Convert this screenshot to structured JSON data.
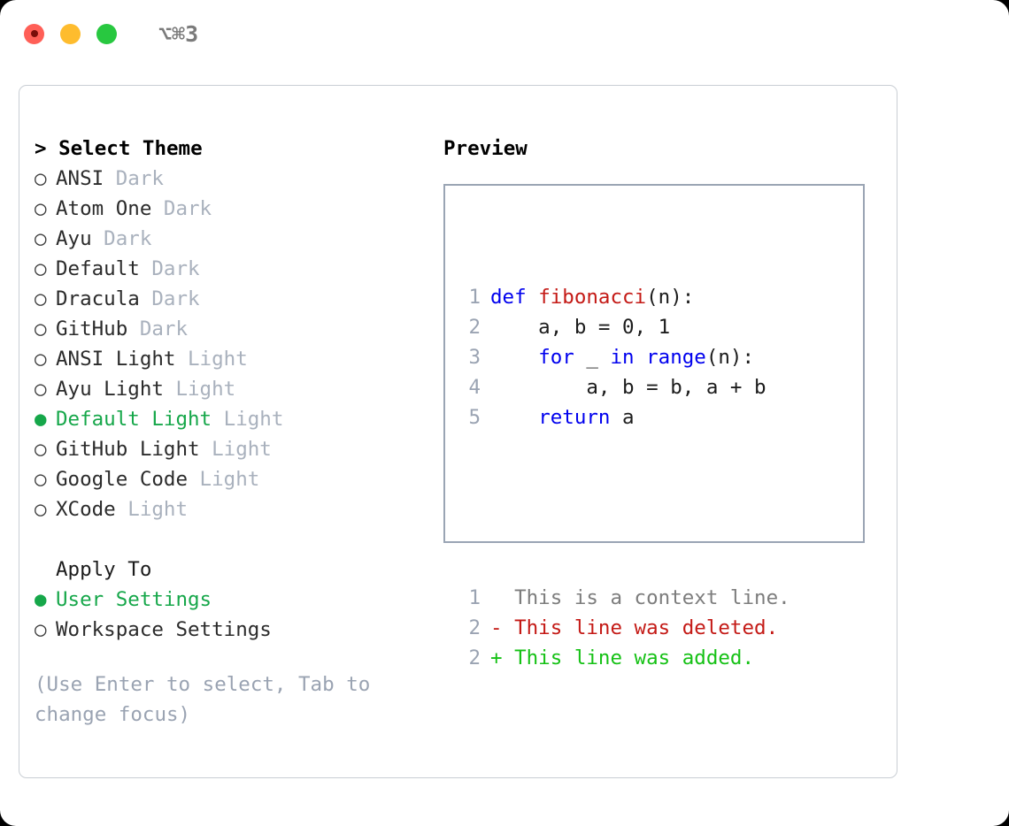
{
  "titlebar": {
    "shortcut": "⌥⌘3",
    "lights": [
      {
        "name": "close",
        "color": "#ff5f57"
      },
      {
        "name": "minimize",
        "color": "#febc2e"
      },
      {
        "name": "maximize",
        "color": "#28c840"
      }
    ]
  },
  "theme_picker": {
    "header": "> Select Theme",
    "items": [
      {
        "bullet": "○",
        "label": "ANSI",
        "category": "Dark",
        "selected": false
      },
      {
        "bullet": "○",
        "label": "Atom One",
        "category": "Dark",
        "selected": false
      },
      {
        "bullet": "○",
        "label": "Ayu",
        "category": "Dark",
        "selected": false
      },
      {
        "bullet": "○",
        "label": "Default",
        "category": "Dark",
        "selected": false
      },
      {
        "bullet": "○",
        "label": "Dracula",
        "category": "Dark",
        "selected": false
      },
      {
        "bullet": "○",
        "label": "GitHub",
        "category": "Dark",
        "selected": false
      },
      {
        "bullet": "○",
        "label": "ANSI Light",
        "category": "Light",
        "selected": false
      },
      {
        "bullet": "○",
        "label": "Ayu Light",
        "category": "Light",
        "selected": false
      },
      {
        "bullet": "●",
        "label": "Default Light",
        "category": "Light",
        "selected": true
      },
      {
        "bullet": "○",
        "label": "GitHub Light",
        "category": "Light",
        "selected": false
      },
      {
        "bullet": "○",
        "label": "Google Code",
        "category": "Light",
        "selected": false
      },
      {
        "bullet": "○",
        "label": "XCode",
        "category": "Light",
        "selected": false
      }
    ]
  },
  "apply_to": {
    "header": "Apply To",
    "options": [
      {
        "bullet": "●",
        "label": "User Settings",
        "selected": true
      },
      {
        "bullet": "○",
        "label": "Workspace Settings",
        "selected": false
      }
    ]
  },
  "hint": "(Use Enter to select, Tab to change focus)",
  "preview": {
    "title": "Preview",
    "code_lines": [
      {
        "num": "1",
        "tokens": [
          {
            "t": "def ",
            "c": "kw"
          },
          {
            "t": "fibonacci",
            "c": "fn"
          },
          {
            "t": "(n):",
            "c": "plain"
          }
        ]
      },
      {
        "num": "2",
        "tokens": [
          {
            "t": "    a, b = 0, 1",
            "c": "plain"
          }
        ]
      },
      {
        "num": "3",
        "tokens": [
          {
            "t": "    ",
            "c": "plain"
          },
          {
            "t": "for ",
            "c": "kw"
          },
          {
            "t": "_ ",
            "c": "plain"
          },
          {
            "t": "in ",
            "c": "kw"
          },
          {
            "t": "range",
            "c": "kw"
          },
          {
            "t": "(n):",
            "c": "plain"
          }
        ]
      },
      {
        "num": "4",
        "tokens": [
          {
            "t": "        a, b = b, a + b",
            "c": "plain"
          }
        ]
      },
      {
        "num": "5",
        "tokens": [
          {
            "t": "    ",
            "c": "plain"
          },
          {
            "t": "return ",
            "c": "kw"
          },
          {
            "t": "a",
            "c": "plain"
          }
        ]
      }
    ],
    "diff_lines": [
      {
        "num": "1",
        "marker": "  ",
        "text": "This is a context line.",
        "kind": "ctx"
      },
      {
        "num": "2",
        "marker": "- ",
        "text": "This line was deleted.",
        "kind": "del"
      },
      {
        "num": "2",
        "marker": "+ ",
        "text": "This line was added.",
        "kind": "add"
      }
    ]
  },
  "colors": {
    "selected_green": "#16a74a",
    "added_green": "#15c115",
    "deleted_red": "#c41a16",
    "keyword_blue": "#0000ee",
    "muted_gray": "#a9b1bd",
    "hint_gray": "#9aa3b2",
    "preview_border": "#9aa5b4",
    "panel_border": "#c9ced4"
  }
}
